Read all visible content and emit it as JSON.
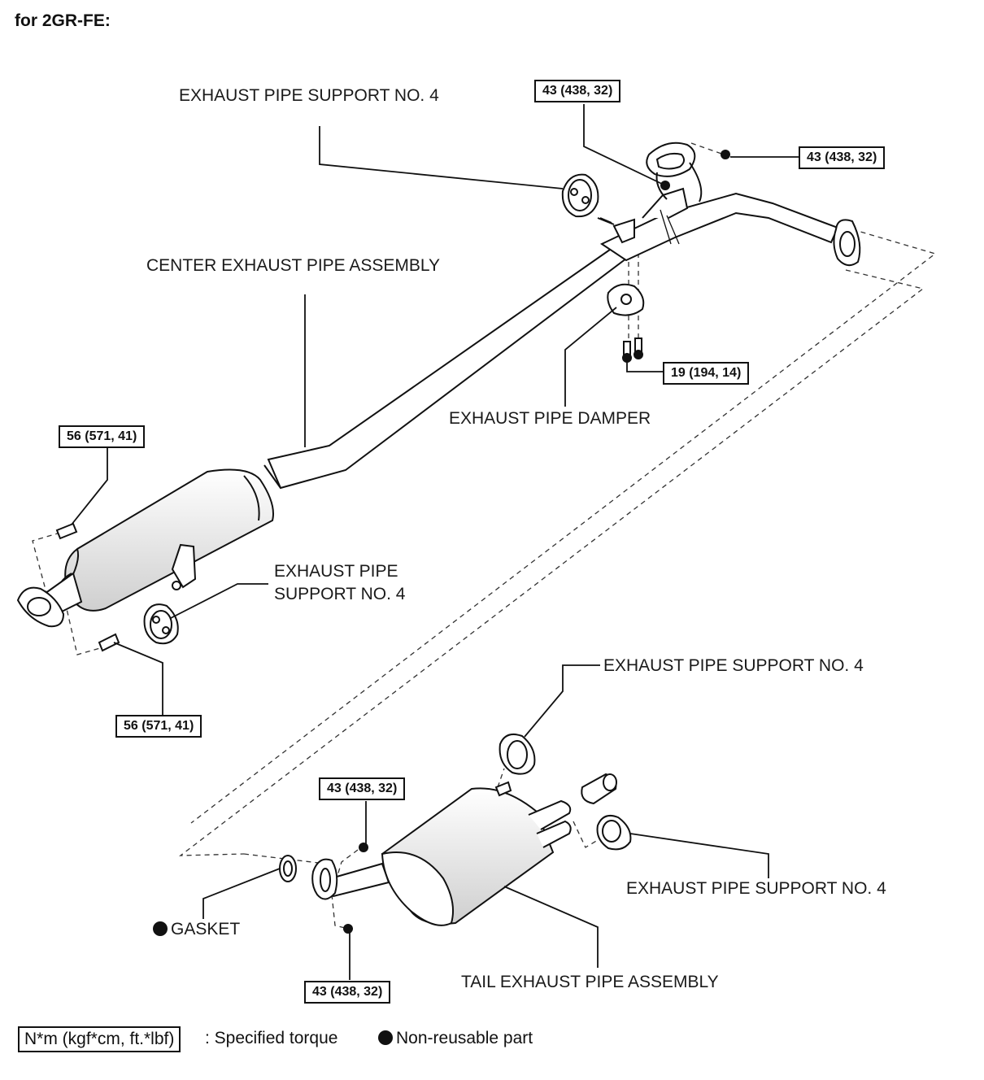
{
  "title": "for 2GR-FE:",
  "labels": {
    "support_top": "EXHAUST PIPE SUPPORT NO. 4",
    "center_pipe": "CENTER EXHAUST PIPE ASSEMBLY",
    "damper": "EXHAUST PIPE DAMPER",
    "support_mid_line1": "EXHAUST PIPE",
    "support_mid_line2": "SUPPORT NO. 4",
    "support_right_upper": "EXHAUST PIPE SUPPORT NO. 4",
    "support_right_lower": "EXHAUST PIPE SUPPORT NO. 4",
    "gasket": "GASKET",
    "tail_pipe": "TAIL EXHAUST PIPE ASSEMBLY"
  },
  "torques": {
    "front_flange_top": "43 (438, 32)",
    "front_flange_right": "43 (438, 32)",
    "damper_bolts": "19 (194, 14)",
    "rear_bolt_upper": "56 (571, 41)",
    "rear_bolt_lower": "56 (571, 41)",
    "tail_nut_upper": "43 (438, 32)",
    "tail_nut_lower": "43 (438, 32)"
  },
  "legend": {
    "torque_units": "N*m (kgf*cm, ft.*lbf)",
    "torque_desc": ": Specified torque",
    "nonreusable": "Non-reusable part"
  },
  "colors": {
    "ink": "#111111",
    "fill": "#ffffff",
    "shade": "#d8d8d8"
  }
}
